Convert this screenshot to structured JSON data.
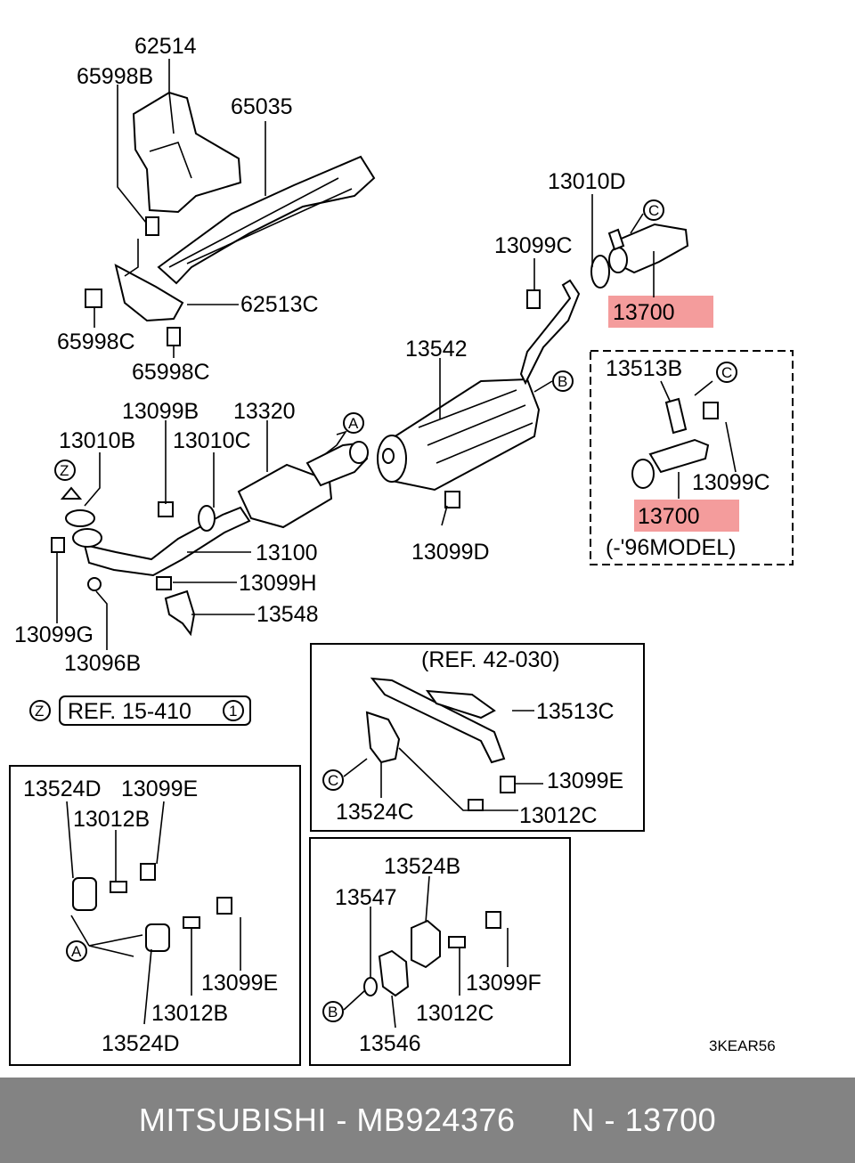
{
  "callouts": {
    "p62514": "62514",
    "p65998B": "65998B",
    "p65035": "65035",
    "p62513C": "62513C",
    "p65998C_a": "65998C",
    "p65998C_b": "65998C",
    "p13010D": "13010D",
    "p13099C": "13099C",
    "p13700_main": "13700",
    "p13542": "13542",
    "p13513B": "13513B",
    "p13099C_inset": "13099C",
    "p13700_inset": "13700",
    "model_note": "(-'96MODEL)",
    "p13099B": "13099B",
    "p13320": "13320",
    "p13010B": "13010B",
    "p13010C": "13010C",
    "p13100": "13100",
    "p13099D": "13099D",
    "p13099H": "13099H",
    "p13548": "13548",
    "p13099G": "13099G",
    "p13096B": "13096B",
    "ref_15_410": "REF. 15-410",
    "ref_15_410_num": "1",
    "ref_42_030": "(REF. 42-030)",
    "p13513C": "13513C",
    "p13099E_c": "13099E",
    "p13524C": "13524C",
    "p13012C_c": "13012C",
    "p13524D_top": "13524D",
    "p13099E_top": "13099E",
    "p13012B_top": "13012B",
    "p13099E_bot": "13099E",
    "p13012B_bot": "13012B",
    "p13524D_bot": "13524D",
    "p13524B": "13524B",
    "p13547": "13547",
    "p13099F": "13099F",
    "p13012C_b": "13012C",
    "p13546": "13546",
    "figure_code": "3KEAR56"
  },
  "markers": {
    "A": "A",
    "B": "B",
    "C": "C",
    "Z": "Z"
  },
  "highlight_color": "#f28b8b",
  "footer": {
    "brand": "MITSUBISHI",
    "separator": "-",
    "part_number": "MB924376",
    "ref_label": "N",
    "ref_separator": "-",
    "ref_number": "13700"
  }
}
